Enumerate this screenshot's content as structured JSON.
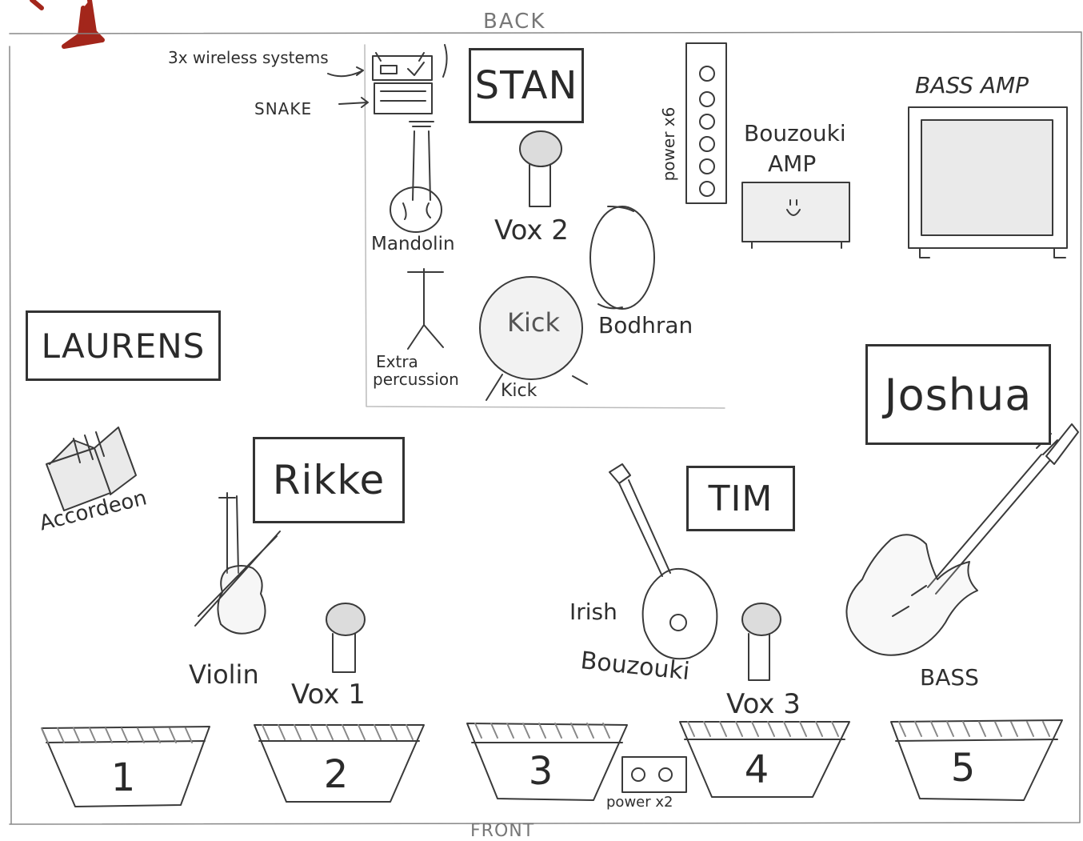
{
  "edges": {
    "back": "BACK",
    "front": "FRONT"
  },
  "musicians": {
    "stan": "STAN",
    "laurens": "LAURENS",
    "rikke": "Rikke",
    "tim": "TIM",
    "joshua": "Joshua"
  },
  "equipment": {
    "wireless": "3x wireless systems",
    "snake": "SNAKE",
    "power_strip": "power x6",
    "bouzouki_amp": [
      "Bouzouki",
      "AMP"
    ],
    "bass_amp": "BASS AMP",
    "power_front": "power x2"
  },
  "instruments": {
    "mandolin": "Mandolin",
    "vox2": "Vox 2",
    "bodhran": "Bodhran",
    "kick_drum": "Kick",
    "kick": "Kick",
    "extra_percussion": [
      "Extra",
      "percussion"
    ],
    "accordeon": "Accordeon",
    "violin": "Violin",
    "vox1": "Vox 1",
    "irish_bouzouki": [
      "Irish",
      "Bouzouki"
    ],
    "vox3": "Vox 3",
    "bass": "BASS"
  },
  "monitors": [
    "1",
    "2",
    "3",
    "4",
    "5"
  ],
  "colors": {
    "ink": "#2f2f2f",
    "paper": "#ffffff",
    "corner_mark": "#a3261b"
  },
  "icons": [
    "microphone-icon",
    "mandolin-icon",
    "violin-icon",
    "accordion-icon",
    "bouzouki-icon",
    "bass-guitar-icon",
    "drum-icon",
    "amp-icon",
    "power-outlet-icon",
    "wireless-receiver-icon",
    "snake-box-icon",
    "stand-icon"
  ]
}
